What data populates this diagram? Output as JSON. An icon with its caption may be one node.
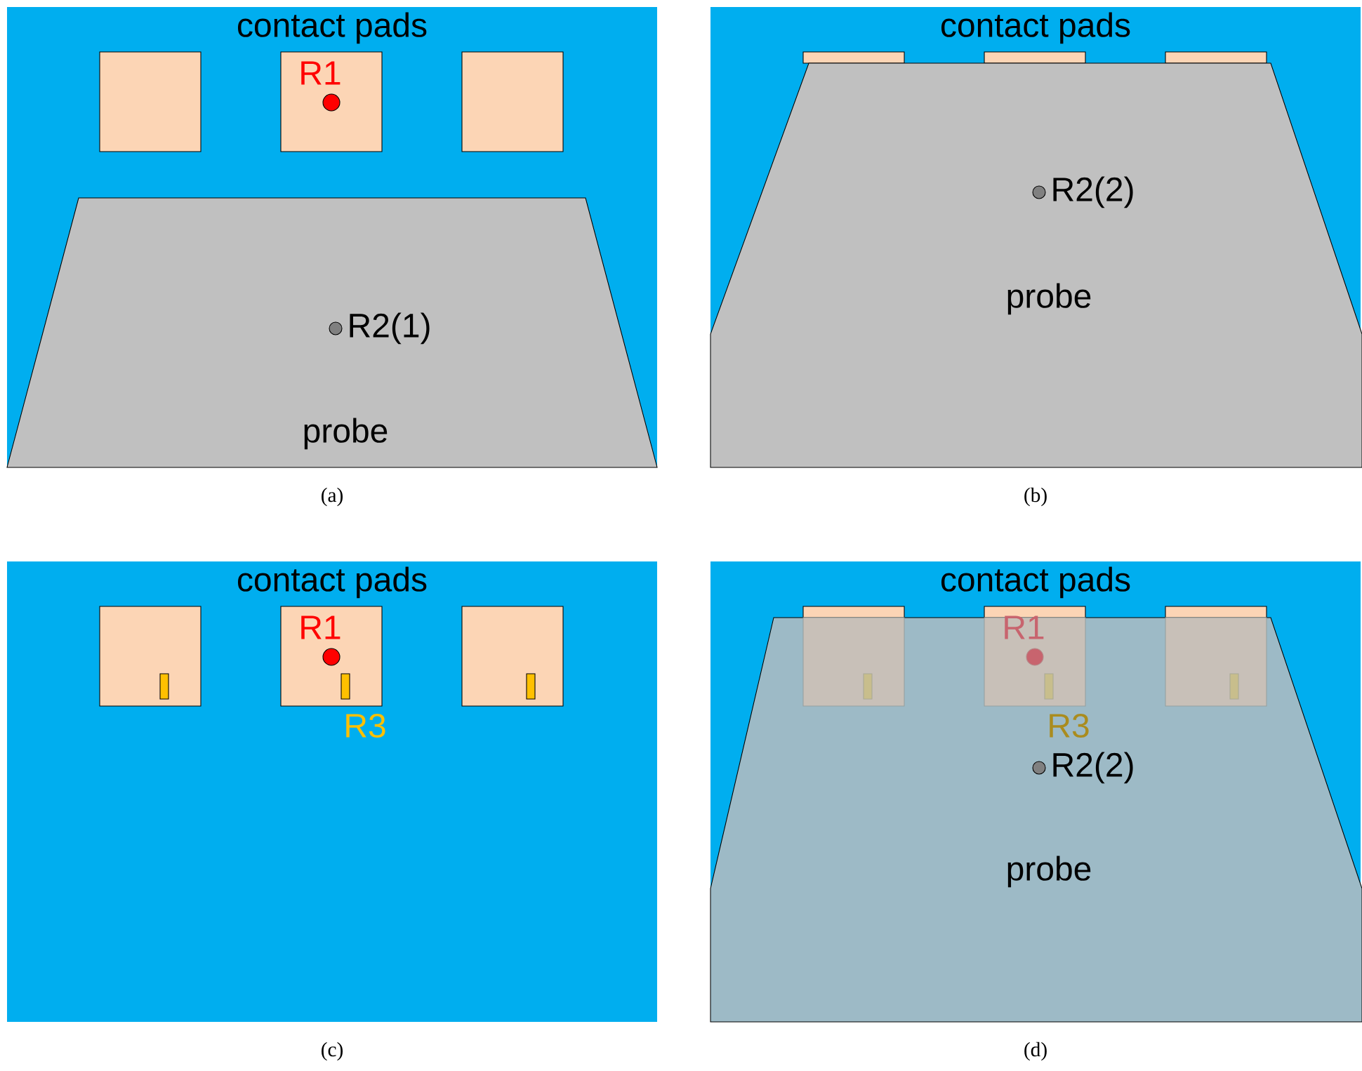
{
  "diagram": {
    "nodes": [
      {
        "text": [
          "contact pads"
        ],
        "beside": [
          "(a)"
        ]
      },
      {
        "text": [],
        "shape": "box",
        "in": 0
      },
      {
        "text": [
          "R1"
        ],
        "in": 0
      },
      {
        "text": [],
        "shape": "box",
        "in": 0
      },
      {
        "text": [
          "R2(1)",
          "probe"
        ],
        "in": 0
      },
      {
        "text": [
          "contact pads"
        ],
        "beside": [
          "(b)"
        ]
      },
      {
        "text": [],
        "shape": "box",
        "in": 5
      },
      {
        "text": [],
        "shape": "box",
        "in": 5
      },
      {
        "text": [],
        "shape": "box",
        "in": 5
      },
      {
        "text": [
          "R2(2)",
          "probe"
        ],
        "in": 5
      },
      {
        "text": [
          "contact pads"
        ],
        "beside": [
          "(c)"
        ]
      },
      {
        "text": [],
        "shape": "box",
        "in": 10
      },
      {
        "text": [
          "R1"
        ],
        "beside": [
          "R3"
        ],
        "in": 10
      },
      {
        "text": [],
        "shape": "box",
        "in": 10
      },
      {
        "text": [
          "contact pads"
        ],
        "beside": [
          "(d)"
        ]
      },
      {
        "text": [
          "R2(2)",
          "probe"
        ],
        "in": 14
      },
      {
        "text": [],
        "shape": "box",
        "in": 15
      },
      {
        "text": [
          "R1"
        ],
        "beside": [
          "R3"
        ],
        "in": 15
      },
      {
        "text": [],
        "shape": "box",
        "in": 15
      }
    ]
  }
}
